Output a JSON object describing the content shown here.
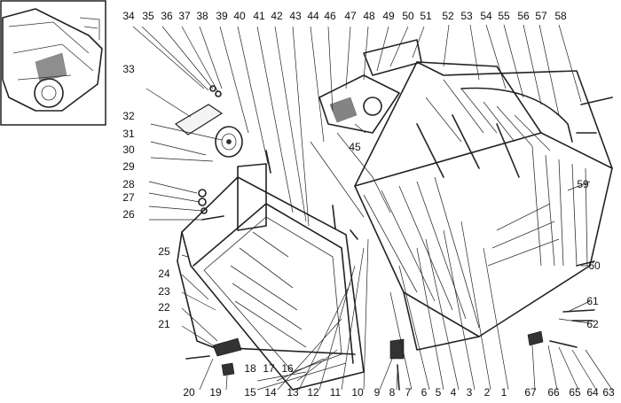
{
  "labels": {
    "top": [
      "34",
      "35",
      "36",
      "37",
      "38",
      "39",
      "40",
      "41",
      "42",
      "43",
      "44",
      "46",
      "47",
      "48",
      "49",
      "50",
      "51",
      "52",
      "53",
      "54",
      "55",
      "56",
      "57",
      "58"
    ],
    "left": [
      "33",
      "32",
      "31",
      "30",
      "29",
      "28",
      "27",
      "26",
      "25",
      "24",
      "23",
      "22",
      "21"
    ],
    "bottom": [
      "20",
      "19",
      "18",
      "17",
      "16",
      "15",
      "14",
      "13",
      "12",
      "11",
      "10",
      "9",
      "8",
      "7",
      "6",
      "5",
      "4",
      "3",
      "2",
      "1",
      "67",
      "66",
      "65",
      "64",
      "63"
    ],
    "right": [
      "59",
      "60",
      "61",
      "62"
    ],
    "inner": [
      "45"
    ]
  },
  "colors": {
    "ink": "#222222",
    "background": "#ffffff"
  }
}
